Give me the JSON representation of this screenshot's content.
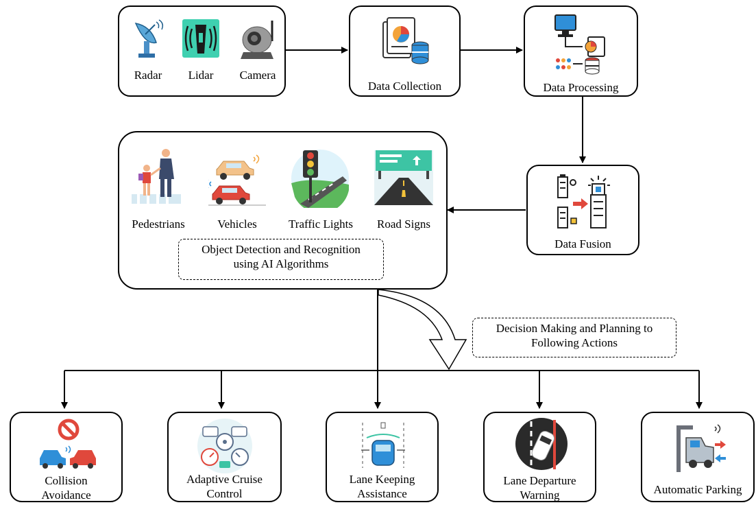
{
  "sensors": {
    "radar": "Radar",
    "lidar": "Lidar",
    "camera": "Camera"
  },
  "pipeline": {
    "collection": "Data Collection",
    "processing": "Data Processing",
    "fusion": "Data Fusion"
  },
  "detection": {
    "pedestrians": "Pedestrians",
    "vehicles": "Vehicles",
    "traffic_lights": "Traffic Lights",
    "road_signs": "Road Signs",
    "caption_line1": "Object Detection and Recognition",
    "caption_line2": "using AI Algorithms"
  },
  "decision": {
    "line1": "Decision Making and Planning to",
    "line2": "Following Actions"
  },
  "actions": {
    "collision_1": "Collision",
    "collision_2": "Avoidance",
    "acc_1": "Adaptive Cruise",
    "acc_2": "Control",
    "lka_1": "Lane Keeping",
    "lka_2": "Assistance",
    "ldw_1": "Lane Departure",
    "ldw_2": "Warning",
    "parking": "Automatic Parking"
  }
}
